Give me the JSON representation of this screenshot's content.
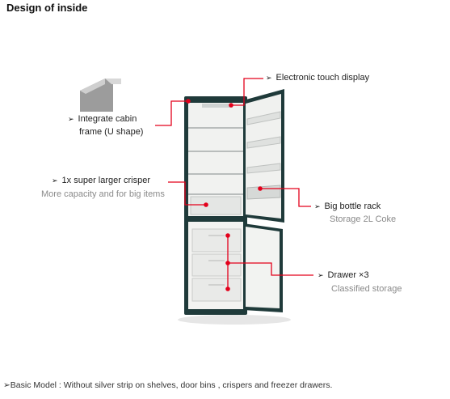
{
  "title": "Design of inside",
  "callouts": {
    "display": {
      "text": "Electronic touch display"
    },
    "frame": {
      "line1": "Integrate cabin",
      "line2": "frame (U shape)"
    },
    "crisper": {
      "text": "1x super larger  crisper",
      "sub": "More capacity and for big items"
    },
    "bottle_rack": {
      "text": "Big bottle rack",
      "sub": "Storage 2L Coke"
    },
    "drawer": {
      "text": "Drawer  ×3",
      "sub": "Classified storage"
    }
  },
  "arrow_glyph": "➢",
  "footnote": "➢Basic Model : Without silver strip on shelves, door bins , crispers and freezer drawers.",
  "colors": {
    "callout_line": "#e3001b",
    "fridge_body": "#1f3a3a",
    "interior": "#f1f2f0"
  }
}
